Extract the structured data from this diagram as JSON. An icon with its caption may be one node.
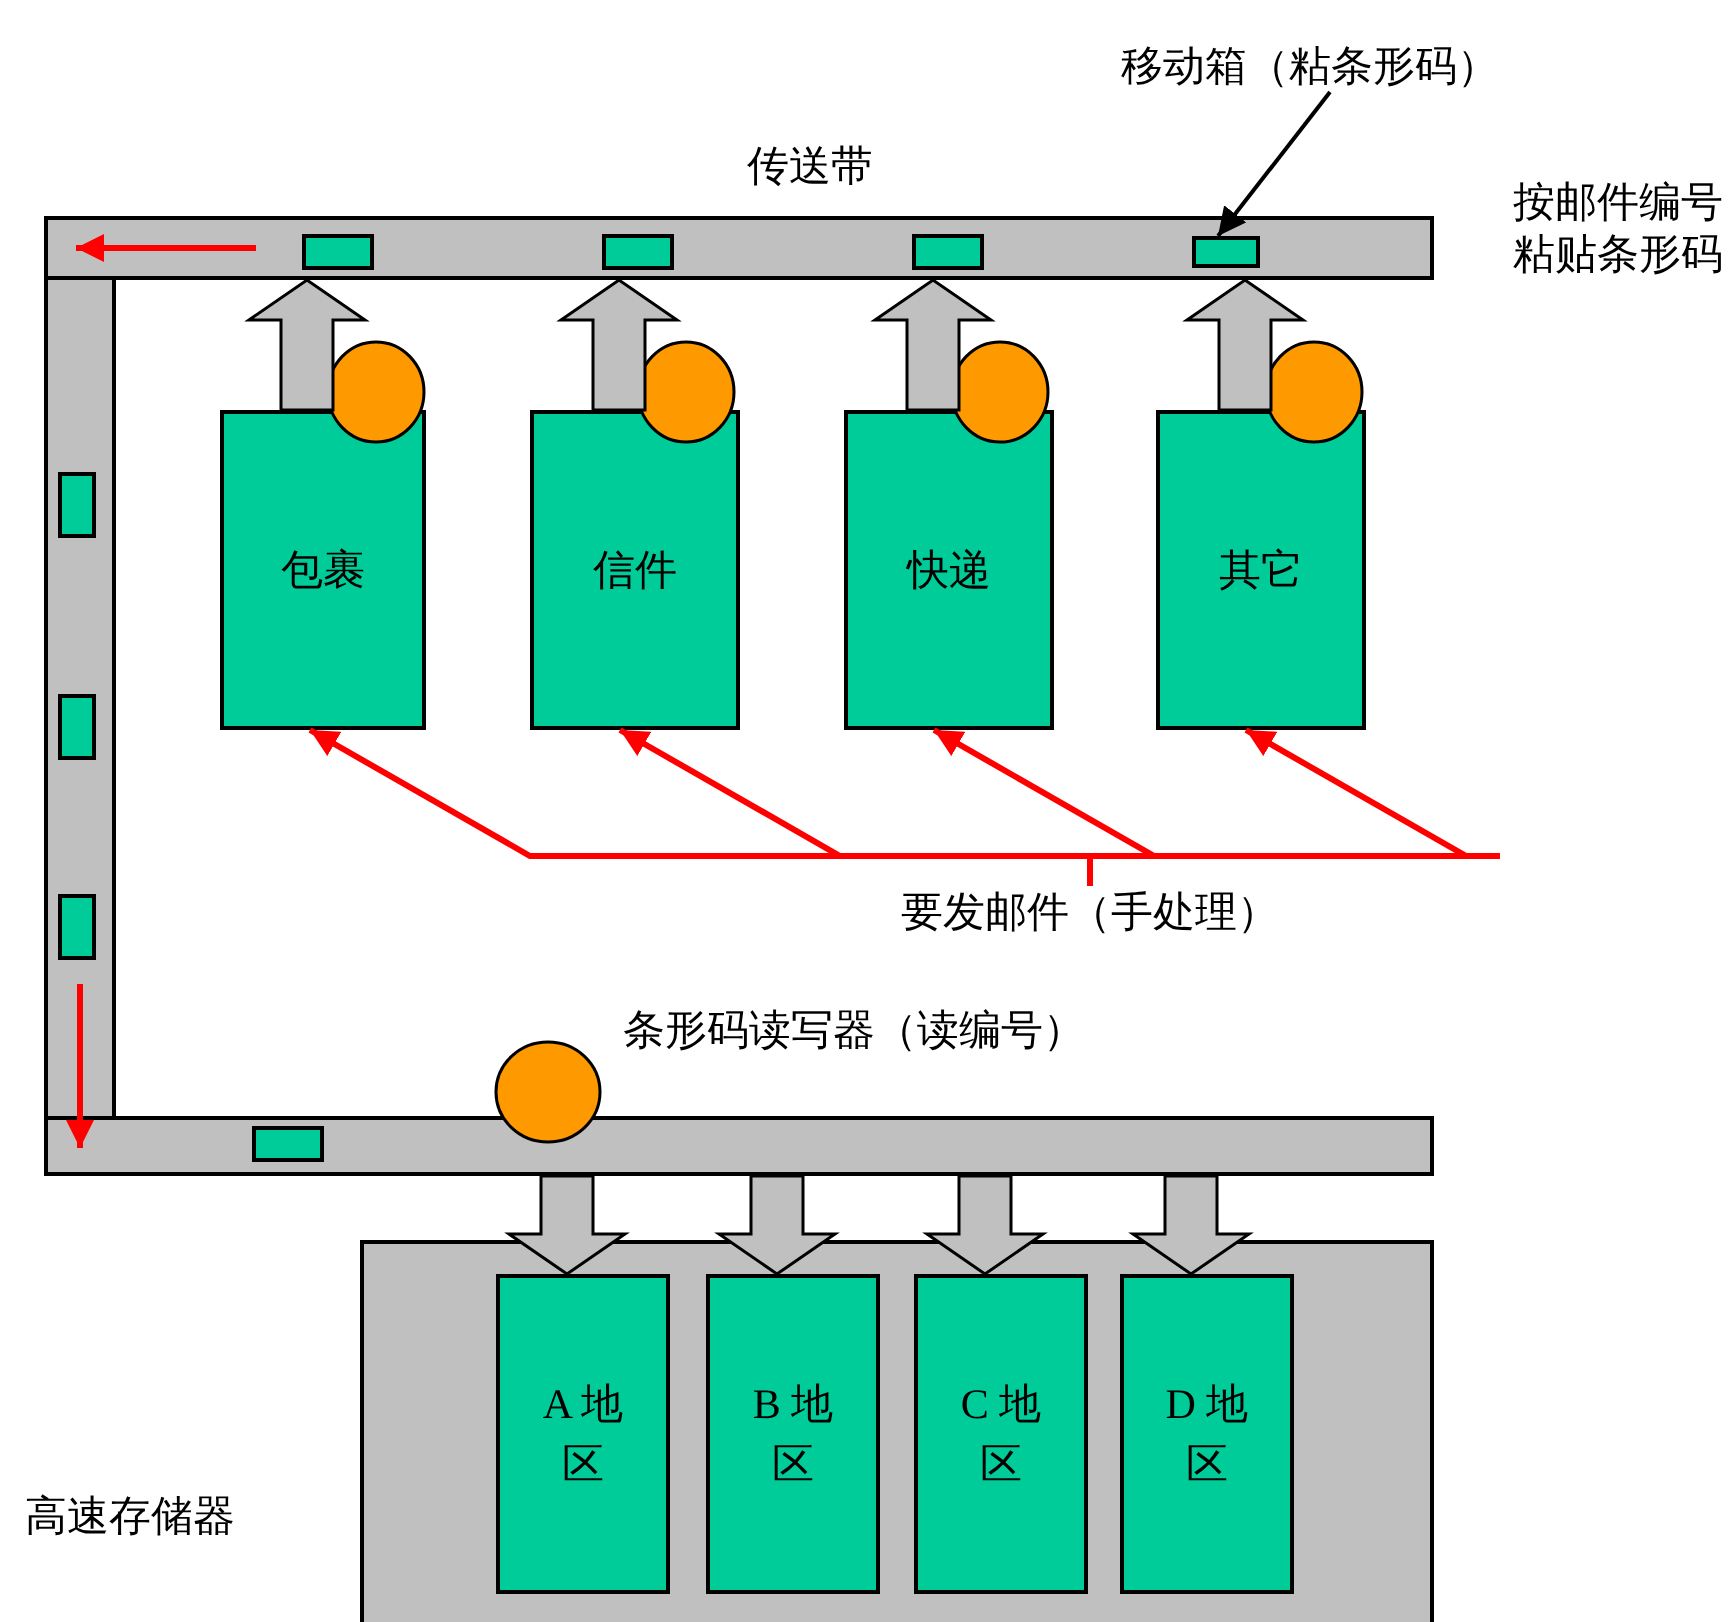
{
  "diagram": {
    "nodes": [
      {
        "text": [
          "传送带"
        ]
      },
      {
        "text": [
          "移动箱（粘条形码）"
        ]
      },
      {
        "text": [],
        "shape": "box",
        "in": 0
      },
      {
        "text": [
          "包裹"
        ]
      },
      {
        "text": [
          "信件"
        ]
      },
      {
        "text": [
          "快递"
        ]
      },
      {
        "text": [
          "其它"
        ]
      },
      {
        "text": [
          "要发邮件（手处理）"
        ]
      },
      {
        "text": [],
        "shape": "bar",
        "beside": [
          "条形码读写器（读编号）"
        ]
      },
      {
        "text": [
          "高速存储器"
        ]
      },
      {
        "text": [
          "A 地区"
        ],
        "in": 9
      },
      {
        "text": [
          "B 地区"
        ],
        "in": 9
      },
      {
        "text": [
          "C 地区"
        ],
        "in": 9
      },
      {
        "text": [
          "D 地区"
        ],
        "in": 9
      }
    ],
    "edges": [
      {
        "from": 1,
        "to": 2,
        "arrow": "to",
        "color": "#000000"
      },
      {
        "from": 3,
        "to": 0,
        "arrow": "to",
        "style": "thick"
      },
      {
        "from": 4,
        "to": 0,
        "arrow": "to",
        "style": "thick"
      },
      {
        "from": 5,
        "to": 0,
        "arrow": "to",
        "style": "thick"
      },
      {
        "from": 6,
        "to": 0,
        "arrow": "to",
        "style": "thick"
      },
      {
        "from": 7,
        "to": 3,
        "arrow": "to",
        "color": "#ff0000"
      },
      {
        "from": 7,
        "to": 4,
        "arrow": "to",
        "color": "#ff0000"
      },
      {
        "from": 7,
        "to": 5,
        "arrow": "to",
        "color": "#ff0000"
      },
      {
        "from": 7,
        "to": 6,
        "arrow": "to",
        "color": "#ff0000"
      },
      {
        "from": 8,
        "to": 10,
        "arrow": "to",
        "style": "thick"
      },
      {
        "from": 8,
        "to": 11,
        "arrow": "to",
        "style": "thick"
      },
      {
        "from": 8,
        "to": 12,
        "arrow": "to",
        "style": "thick"
      },
      {
        "from": 8,
        "to": 13,
        "arrow": "to",
        "style": "thick"
      }
    ],
    "labels": [
      "按邮件编号粘贴条形码"
    ]
  }
}
